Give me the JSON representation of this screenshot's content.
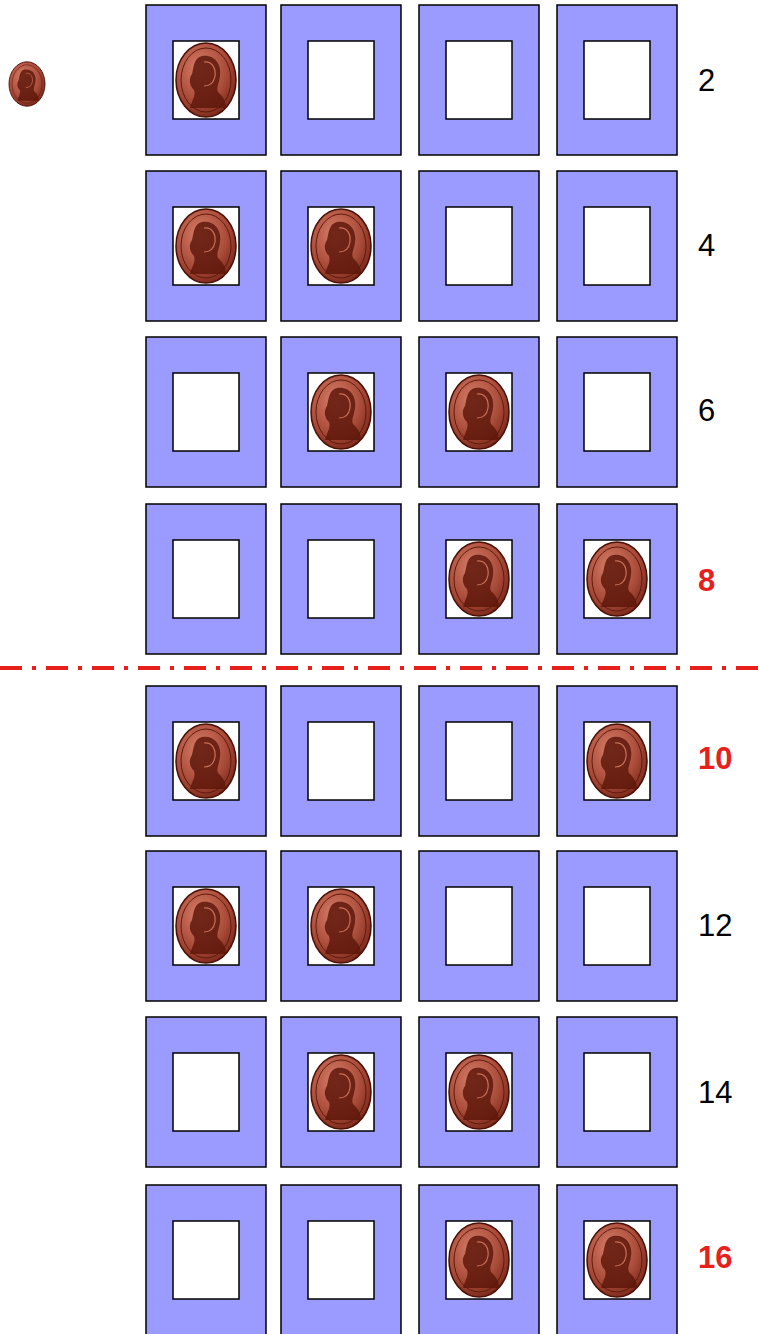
{
  "diagram": {
    "labels": [
      "2",
      "4",
      "6",
      "8",
      "10",
      "12",
      "14",
      "16"
    ]
  }
}
